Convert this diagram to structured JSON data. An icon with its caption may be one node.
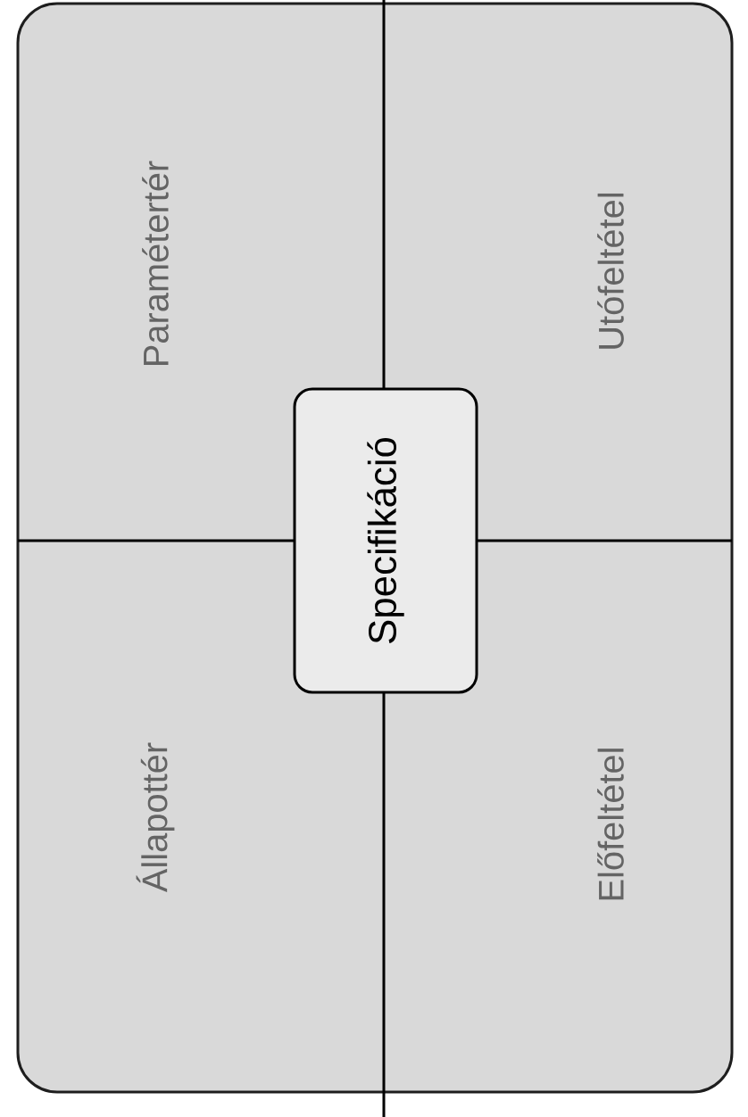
{
  "diagram": {
    "nodes": [
      {
        "text": [
          "Specifikáció"
        ]
      }
    ],
    "labels": [
      "Paramétertér",
      "Utófeltétel",
      "Állapottér",
      "Előfeltétel"
    ]
  }
}
